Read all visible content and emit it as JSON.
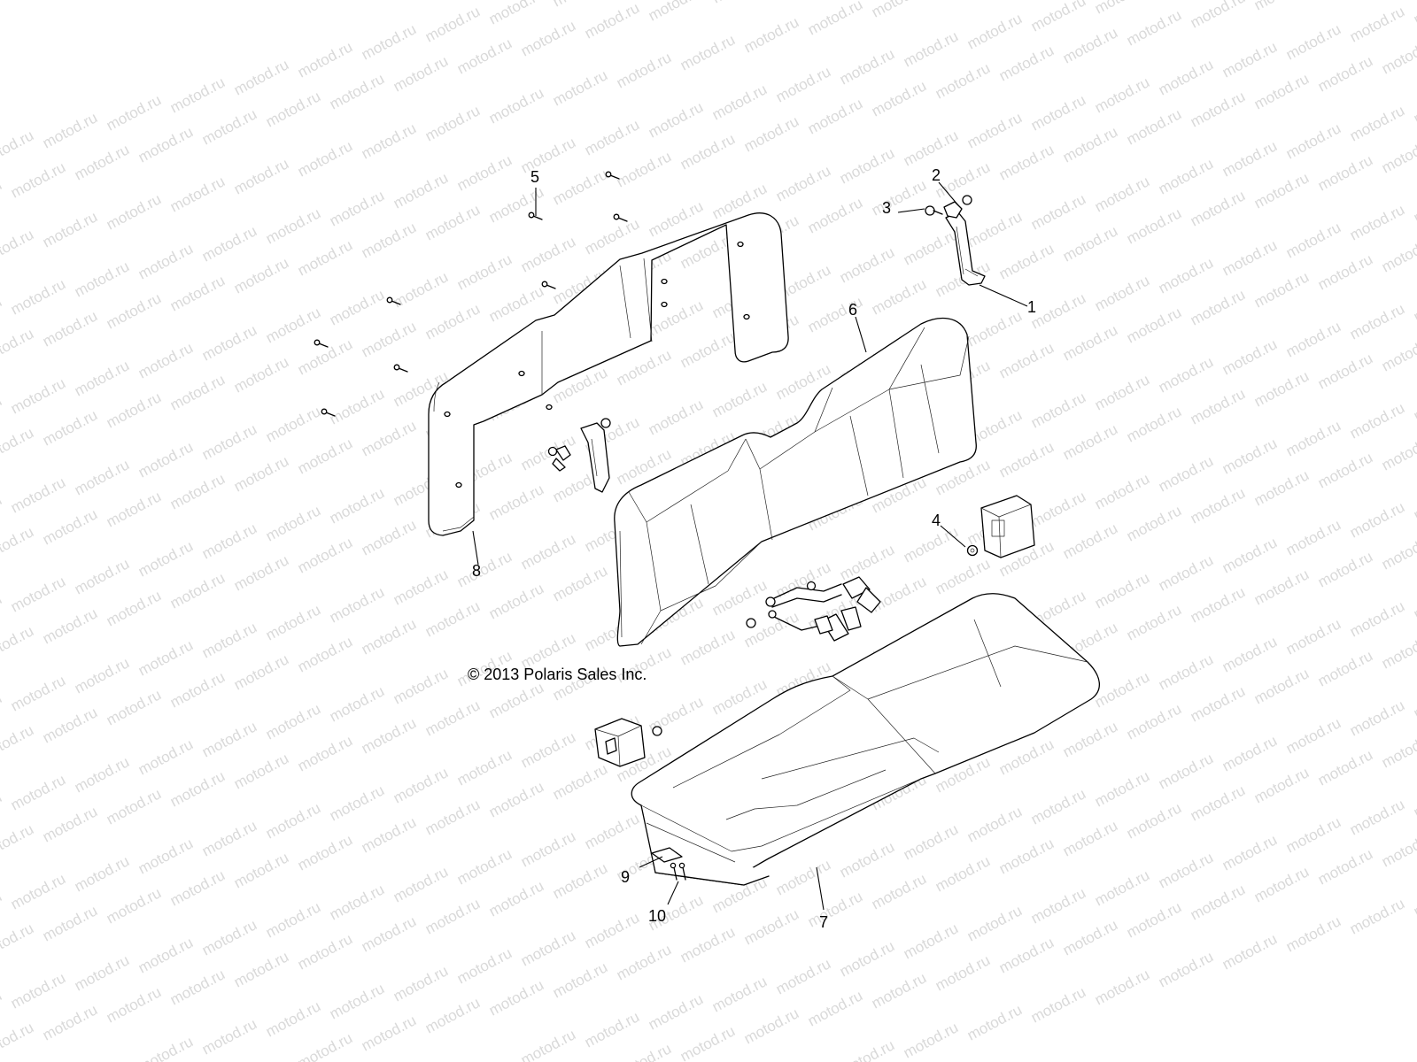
{
  "watermark": {
    "text": "motod.ru"
  },
  "copyright": "© 2013 Polaris Sales Inc.",
  "callouts": [
    {
      "id": "1",
      "label": "1"
    },
    {
      "id": "2",
      "label": "2"
    },
    {
      "id": "3",
      "label": "3"
    },
    {
      "id": "4",
      "label": "4"
    },
    {
      "id": "5",
      "label": "5"
    },
    {
      "id": "6",
      "label": "6"
    },
    {
      "id": "7",
      "label": "7"
    },
    {
      "id": "8",
      "label": "8"
    },
    {
      "id": "9",
      "label": "9"
    },
    {
      "id": "10",
      "label": "10"
    }
  ]
}
